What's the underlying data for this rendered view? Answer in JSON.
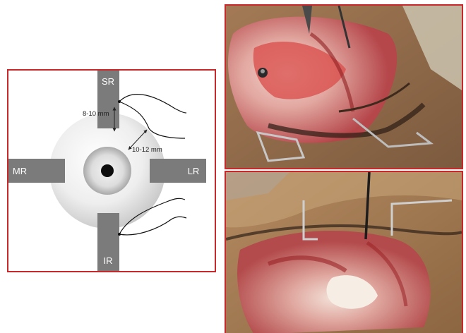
{
  "diagram": {
    "muscles": {
      "superior": "SR",
      "inferior": "IR",
      "medial": "MR",
      "lateral": "LR"
    },
    "measurements": {
      "insertion_to_suture": "8-10 mm",
      "suture_to_limbus": "10-12 mm"
    }
  },
  "colors": {
    "frame_border": "#c8282b",
    "muscle_fill": "#7b7b7b",
    "globe_shade": "#c9c9c9"
  }
}
